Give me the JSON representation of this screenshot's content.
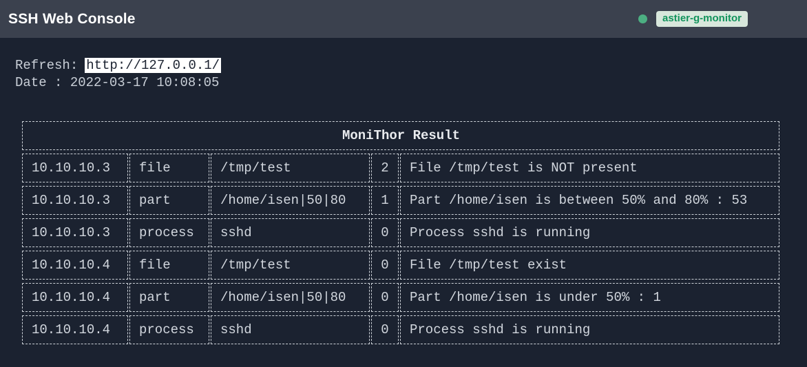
{
  "header": {
    "title": "SSH Web Console",
    "status_dot_color": "#4caf82",
    "badge": {
      "label": "astier-g-monitor",
      "bg": "#d8e7dc",
      "color": "#12935c"
    }
  },
  "info": {
    "refresh_label": "Refresh:",
    "refresh_url": "http://127.0.0.1/",
    "date_line": "Date : 2022-03-17 10:08:05"
  },
  "table": {
    "title": "MoniThor Result",
    "field_order": [
      "host",
      "check_type",
      "target",
      "code",
      "message"
    ],
    "rows": [
      {
        "host": "10.10.10.3",
        "check_type": "file",
        "target": "/tmp/test",
        "code": "2",
        "message": "File /tmp/test is NOT present"
      },
      {
        "host": "10.10.10.3",
        "check_type": "part",
        "target": "/home/isen|50|80",
        "code": "1",
        "message": "Part /home/isen is between 50% and 80% : 53"
      },
      {
        "host": "10.10.10.3",
        "check_type": "process",
        "target": "sshd",
        "code": "0",
        "message": "Process sshd is running"
      },
      {
        "host": "10.10.10.4",
        "check_type": "file",
        "target": "/tmp/test",
        "code": "0",
        "message": "File /tmp/test exist"
      },
      {
        "host": "10.10.10.4",
        "check_type": "part",
        "target": "/home/isen|50|80",
        "code": "0",
        "message": "Part /home/isen is under 50% : 1"
      },
      {
        "host": "10.10.10.4",
        "check_type": "process",
        "target": "sshd",
        "code": "0",
        "message": "Process sshd is running"
      }
    ]
  }
}
